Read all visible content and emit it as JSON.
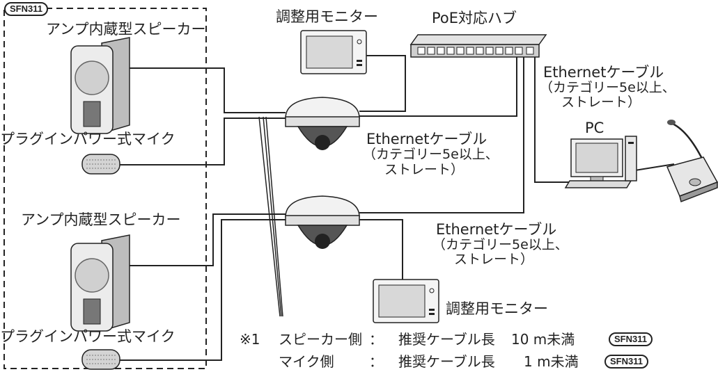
{
  "group": {
    "badge": "SFN311"
  },
  "devices": {
    "speaker_top": "アンプ内蔵型スピーカー",
    "mic_top": "プラグインパワー式マイク",
    "speaker_bottom": "アンプ内蔵型スピーカー",
    "mic_bottom": "プラグインパワー式マイク",
    "monitor_top": "調整用モニター",
    "monitor_bottom": "調整用モニター",
    "hub": "PoE対応ハブ",
    "pc": "PC"
  },
  "cables": {
    "c1": {
      "line1": "Ethernetケーブル",
      "line2": "（カテゴリー5e以上、",
      "line3": "ストレート）"
    },
    "c2": {
      "line1": "Ethernetケーブル",
      "line2": "（カテゴリー5e以上、",
      "line3": "ストレート）"
    },
    "c3": {
      "line1": "Ethernetケーブル",
      "line2": "（カテゴリー5e以上、",
      "line3": "ストレート）"
    }
  },
  "notes": {
    "row1": {
      "mark": "※1",
      "side": "スピーカー側",
      "colon": "：",
      "text": "推奨ケーブル長",
      "length": "10 m未満",
      "badge": "SFN311"
    },
    "row2": {
      "side": "マイク側",
      "colon": "：",
      "text": "推奨ケーブル長",
      "length": "1 m未満",
      "badge": "SFN311"
    }
  },
  "colors": {
    "line": "#222222",
    "device_fill": "#e6e6e6",
    "device_dark": "#8a8a8a"
  }
}
